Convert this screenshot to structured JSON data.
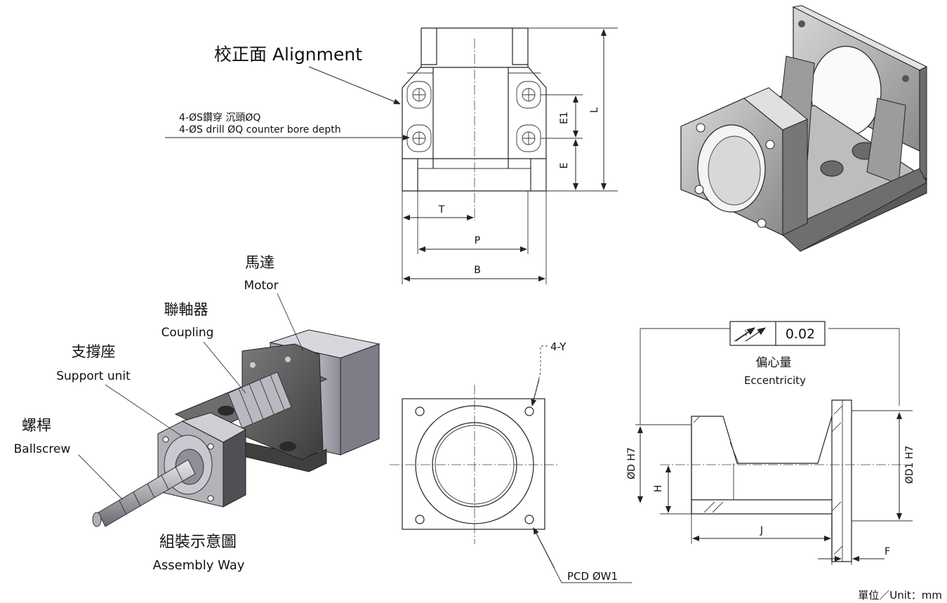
{
  "top_view": {
    "alignment_label": "校正面 Alignment",
    "hole_note_zh": "4-ØS鑽穿  沉頭ØQ",
    "hole_note_en": "4-ØS drill ØQ counter bore depth",
    "dim_E1": "E1",
    "dim_E": "E",
    "dim_L": "L",
    "dim_T": "T",
    "dim_P": "P",
    "dim_B": "B"
  },
  "front_view": {
    "holes_label": "4-Y",
    "pcd_label": "PCD  ØW1"
  },
  "section_view": {
    "tolerance_value": "0.02",
    "eccentricity_zh": "偏心量",
    "eccentricity_en": "Eccentricity",
    "dim_D": "ØD  H7",
    "dim_D1": "ØD1  H7",
    "dim_H": "H",
    "dim_J": "J",
    "dim_F": "F"
  },
  "assembly": {
    "motor_zh": "馬達",
    "motor_en": "Motor",
    "coupling_zh": "聯軸器",
    "coupling_en": "Coupling",
    "support_zh": "支撐座",
    "support_en": "Support unit",
    "ballscrew_zh": "螺桿",
    "ballscrew_en": "Ballscrew",
    "title_zh": "組裝示意圖",
    "title_en": "Assembly Way"
  },
  "unit_label": "單位／Unit：mm"
}
